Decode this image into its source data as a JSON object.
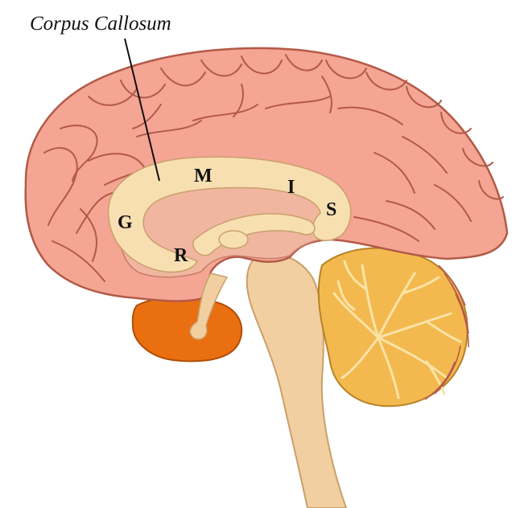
{
  "diagram": {
    "title": "Corpus Callosum",
    "segments": [
      {
        "id": "genu",
        "label": "G"
      },
      {
        "id": "rostrum",
        "label": "R"
      },
      {
        "id": "midbody",
        "label": "M"
      },
      {
        "id": "isthmus",
        "label": "I"
      },
      {
        "id": "splenium",
        "label": "S"
      }
    ]
  },
  "colors": {
    "cortex": "#f4a593",
    "cortex_outline": "#b35a48",
    "gyri_lines": "#b4594a",
    "corpus_callosum": "#f8dfb2",
    "inner_region": "#f0b6a0",
    "brainstem": "#f2cfa0",
    "cerebellum": "#f3b94f",
    "cerebellum_veins": "#fbe3a6",
    "temporal_lobe": "#e96f10",
    "leader_line": "#111111"
  }
}
